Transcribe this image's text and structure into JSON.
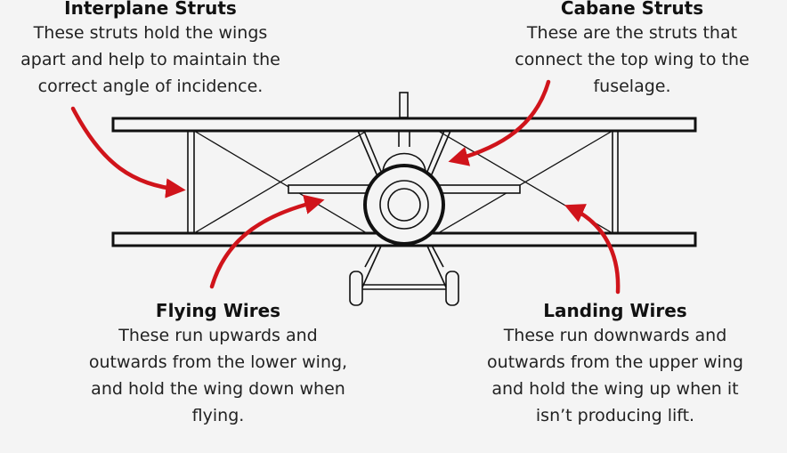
{
  "colors": {
    "background": "#f4f4f4",
    "line": "#111111",
    "arrow": "#d0141b"
  },
  "labels": {
    "interplane": {
      "title": "Interplane Struts",
      "lines": [
        "These struts hold the wings",
        "apart and help to maintain the",
        "correct angle of incidence."
      ]
    },
    "cabane": {
      "title": "Cabane Struts",
      "lines": [
        "These are the struts that",
        "connect the top wing to the",
        "fuselage."
      ]
    },
    "flying": {
      "title": "Flying Wires",
      "lines": [
        "These run upwards and",
        "outwards from the lower wing,",
        "and hold the wing down when",
        "flying."
      ]
    },
    "landing": {
      "title": "Landing Wires",
      "lines": [
        "These run downwards and",
        "outwards from the upper wing",
        "and hold the wing up when it",
        "isn’t producing lift."
      ]
    }
  }
}
